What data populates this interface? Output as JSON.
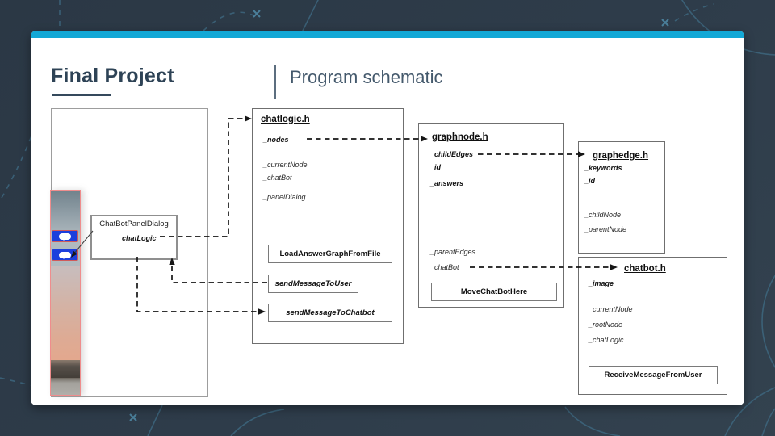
{
  "slide": {
    "title": "Final Project",
    "subtitle": "Program schematic"
  },
  "colors": {
    "accent_cyan": "#13a8d6",
    "background_navy": "#2e3c4a",
    "card_white": "#ffffff",
    "title_text": "#2e4356",
    "subtitle_text": "#44596c",
    "chat_button_blue": "#1c3fdd",
    "selection_red": "#ef8d8d"
  },
  "diagram": {
    "panel_dialog": {
      "title": "ChatBotPanelDialog",
      "fields": {
        "chat_logic": "_chatLogic"
      }
    },
    "chatlogic": {
      "title": "chatlogic.h",
      "fields": {
        "nodes": "_nodes",
        "current_node": "_currentNode",
        "chat_bot": "_chatBot",
        "panel_dialog": "_panelDialog"
      },
      "methods": {
        "load_answer_graph": "LoadAnswerGraphFromFile",
        "send_message_to_user": "sendMessageToUser",
        "send_message_to_chatbot": "sendMessageToChatbot"
      }
    },
    "graphnode": {
      "title": "graphnode.h",
      "fields": {
        "child_edges": "_childEdges",
        "id": "_id",
        "answers": "_answers",
        "parent_edges": "_parentEdges",
        "chat_bot": "_chatBot"
      },
      "methods": {
        "move_chat_bot_here": "MoveChatBotHere"
      }
    },
    "graphedge": {
      "title": "graphedge.h",
      "fields": {
        "keywords": "_keywords",
        "id": "_id",
        "child_node": "_childNode",
        "parent_node": "_parentNode"
      }
    },
    "chatbot": {
      "title": "chatbot.h",
      "fields": {
        "image": "_image",
        "current_node": "_currentNode",
        "root_node": "_rootNode",
        "chat_logic": "_chatLogic"
      },
      "methods": {
        "receive_message_from_user": "ReceiveMessageFromUser"
      }
    }
  }
}
